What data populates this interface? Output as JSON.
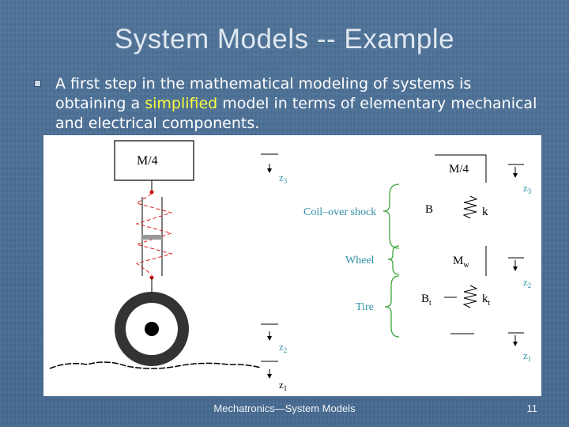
{
  "slide": {
    "title": "System Models -- Example",
    "bullet_before": "A first step in the mathematical modeling of systems is obtaining a ",
    "bullet_highlight": "simplified",
    "bullet_after": " model in terms of elementary mechanical and electrical components.",
    "footer": "Mechatronics—System Models",
    "page_number": "11"
  },
  "figure": {
    "left_mass_label": "M/4",
    "left_z3": "z",
    "left_z3_sub": "3",
    "left_z2": "z",
    "left_z2_sub": "2",
    "left_z1": "z",
    "left_z1_sub": "1",
    "coil_label": "Coil–over shock",
    "wheel_label": "Wheel",
    "tire_label": "Tire",
    "right_mass_label": "M/4",
    "damper_label": "B",
    "spring_label": "k",
    "wheel_mass_label": "M",
    "wheel_mass_sub": "w",
    "tire_damper_label": "B",
    "tire_damper_sub": "t",
    "tire_spring_label": "k",
    "tire_spring_sub": "t",
    "right_z3": "z",
    "right_z3_sub": "3",
    "right_z2": "z",
    "right_z2_sub": "2",
    "right_z1": "z",
    "right_z1_sub": "1"
  },
  "colors": {
    "background": "#4a6f97",
    "highlight": "#fbff3d",
    "figure_labels": "#2f8fa6",
    "brace": "#3fa63f",
    "spring": "#e02020"
  }
}
